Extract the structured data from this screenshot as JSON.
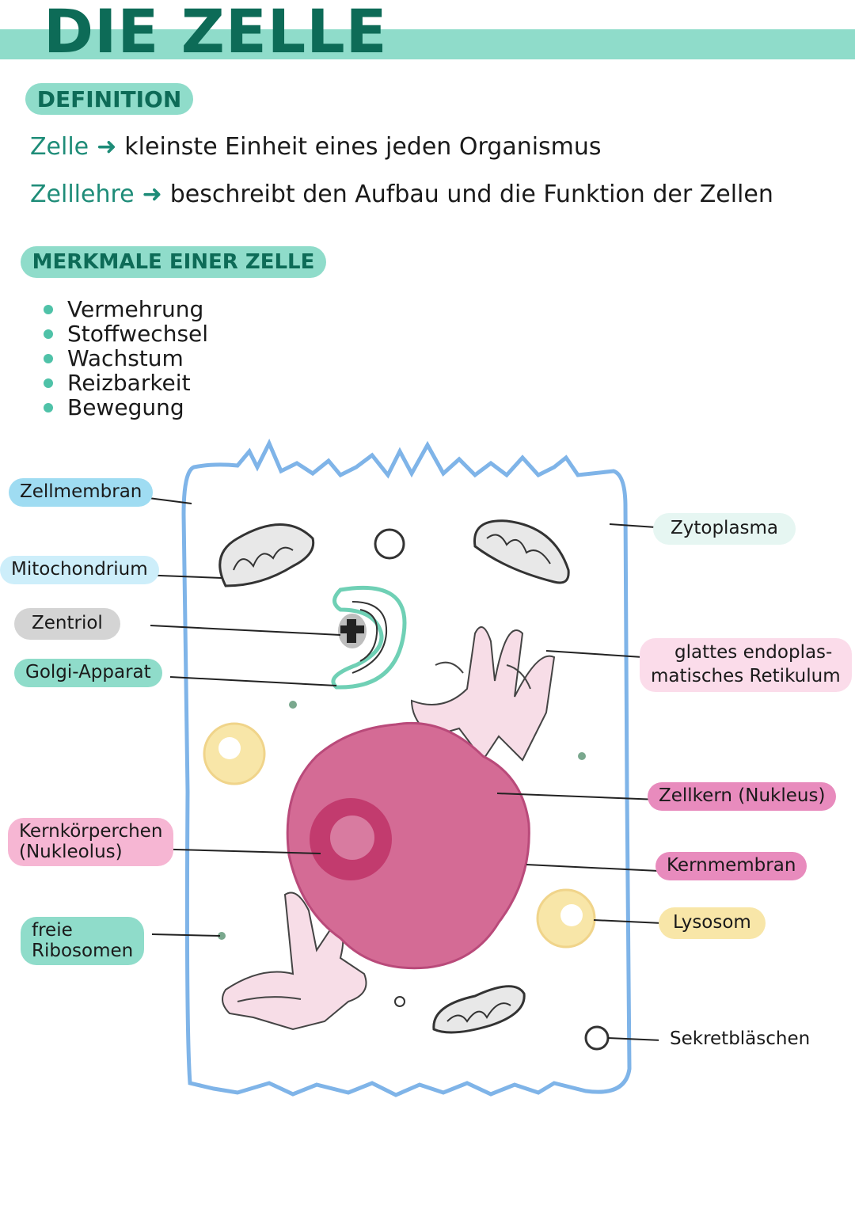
{
  "header": {
    "title": "DIE ZELLE"
  },
  "definition": {
    "heading": "DEFINITION",
    "rows": [
      {
        "term": "Zelle",
        "arrow": "➜",
        "text": "kleinste Einheit eines jeden Organismus"
      },
      {
        "term": "Zelllehre",
        "arrow": "➜",
        "text": "beschreibt den Aufbau und die Funktion der Zellen"
      }
    ]
  },
  "features": {
    "heading": "MERKMALE EINER ZELLE",
    "items": [
      "Vermehrung",
      "Stoffwechsel",
      "Wachstum",
      "Reizbarkeit",
      "Bewegung"
    ]
  },
  "labels": {
    "zellmembran": "Zellmembran",
    "mitochondrium": "Mitochondrium",
    "zentriol": "Zentriol",
    "golgi": "Golgi-Apparat",
    "kernkoerperchen_1": "Kernkörperchen",
    "kernkoerperchen_2": "(Nukleolus)",
    "ribosomen_1": "freie",
    "ribosomen_2": "Ribosomen",
    "zytoplasma": "Zytoplasma",
    "er_1": "glattes endoplas-",
    "er_2": "matisches Retikulum",
    "zellkern": "Zellkern (Nukleus)",
    "kernmembran": "Kernmembran",
    "lysosom": "Lysosom",
    "sekret": "Sekretbläschen"
  },
  "colors": {
    "teal": "#8fdcca",
    "blue": "#9fdcf2",
    "grey": "#d4d4d4",
    "pink": "#f6b6d3",
    "light_pink": "#fbdcea",
    "magenta": "#e88bbd",
    "yellow": "#f8e6a8",
    "membrane": "#7fb4e8",
    "nucleus": "#cf5f8c",
    "nucleolus": "#c23b6e"
  }
}
